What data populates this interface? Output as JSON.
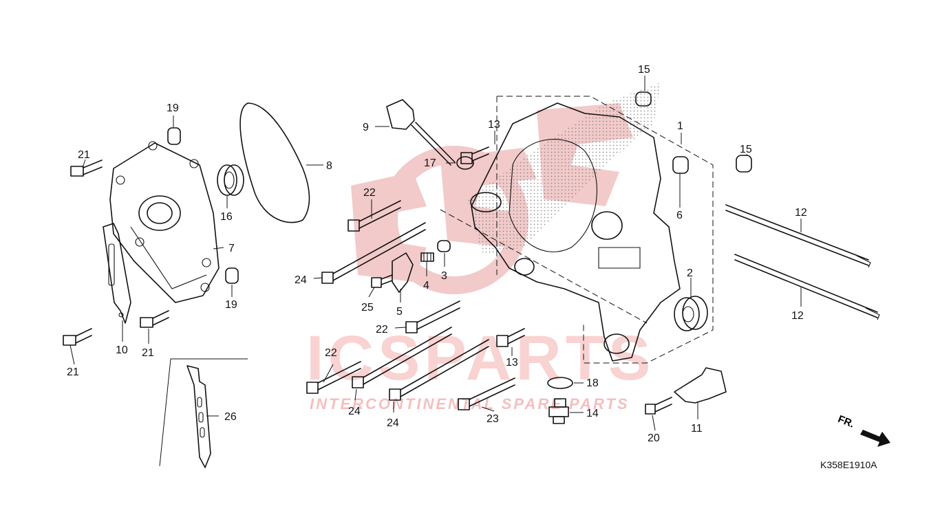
{
  "diagram_code": "K358E1910A",
  "direction_arrow": {
    "label": "FR."
  },
  "watermark": {
    "brand": "ICSPARTS",
    "tagline": "INTERCONTINENTAL SPARE PARTS",
    "color": "#e05a5a"
  },
  "callouts": [
    "1",
    "2",
    "3",
    "4",
    "5",
    "6",
    "7",
    "8",
    "9",
    "10",
    "11",
    "12",
    "12",
    "13",
    "13",
    "14",
    "15",
    "15",
    "16",
    "17",
    "18",
    "19",
    "19",
    "20",
    "21",
    "21",
    "21",
    "22",
    "22",
    "22",
    "23",
    "24",
    "24",
    "24",
    "25",
    "26"
  ]
}
